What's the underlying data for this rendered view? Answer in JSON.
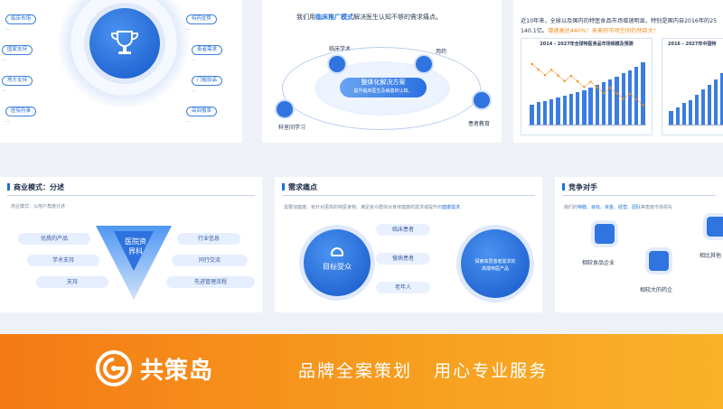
{
  "slide1": {
    "items_left": [
      {
        "title": "临床市场",
        "desc": "..."
      },
      {
        "title": "国家支持",
        "desc": "..."
      },
      {
        "title": "地方支持",
        "desc": "..."
      },
      {
        "title": "医院药事",
        "desc": "..."
      }
    ],
    "items_right": [
      {
        "title": "特药优势",
        "desc": "..."
      },
      {
        "title": "患者需求",
        "desc": "..."
      },
      {
        "title": "门槛较高",
        "desc": "..."
      },
      {
        "title": "高回报率",
        "desc": "..."
      }
    ],
    "center_icon": "trophy-icon"
  },
  "slide2": {
    "title_prefix": "我们用",
    "title_highlight": "临床推广模式",
    "title_suffix": "解决医生认知不够的需求痛点。",
    "node_clinical": "临床学术",
    "node_medicine": "用药",
    "node_patient": "患者教育",
    "node_dept": "科室间学习",
    "center_title": "整体化解决方案",
    "center_sub": "提升临床医生及病患的认知。"
  },
  "slide3": {
    "text_line1": "近10年来，全球以及国内的特医食品市场增速明显，特别是国内自2016年的25",
    "text_line2_a": "140.1亿。",
    "text_line2_b": "增速高达440%！未来的市场空间仍然巨大！",
    "chart1_title": "2014 - 2027年全球特医食品市场规模及预测",
    "chart2_title": "2016 - 2027年中国特"
  },
  "slide4": {
    "header": "商业模式：分述",
    "subtitle": "商业模式：以用户角度分述",
    "pills_left": [
      "优质的产品",
      "学术支持",
      "支持"
    ],
    "pills_right": [
      "行业信息",
      "同行交流",
      "先进管理流程"
    ],
    "center_label_1": "医院资",
    "center_label_2": "界科"
  },
  "slide5": {
    "header": "需求痛点",
    "intro_a": "需要加健康、有针对更高的特医食物、满足受众群体对身体健康的需求或提升的",
    "intro_b": "健康需求",
    "left_circle": "目标受众",
    "pills": [
      "临床患者",
      "慢病患者",
      "老年人"
    ],
    "right_circle_line1": "探索高层患者需求的",
    "right_circle_line2": "高端特医产品"
  },
  "slide6": {
    "header": "竞争对手",
    "intro_a": "我们的",
    "intro_b": "特膳、目标、资金、经营、团队",
    "intro_c": "等角度市场领先",
    "card1": "相较食品企业",
    "card2": "相较大的药企",
    "card3": "相比其他"
  },
  "footer": {
    "logo_icon": "brand-g-logo-icon",
    "brand": "共策岛",
    "slogan_1": "品牌全案策划",
    "slogan_2": "用心专业服务"
  },
  "chart_data": [
    {
      "type": "bar",
      "title": "2014 - 2027年全球特医食品市场规模及预测",
      "series": [
        {
          "values": [
            40,
            45,
            48,
            52,
            55,
            58,
            62,
            66,
            70,
            75,
            80,
            86,
            92,
            98,
            104,
            110,
            118,
            126
          ]
        }
      ]
    },
    {
      "type": "bar",
      "title": "2016 - 2027年中国特",
      "series": [
        {
          "values": [
            20,
            25,
            32,
            36,
            44,
            52,
            58,
            66,
            75
          ]
        }
      ]
    }
  ]
}
